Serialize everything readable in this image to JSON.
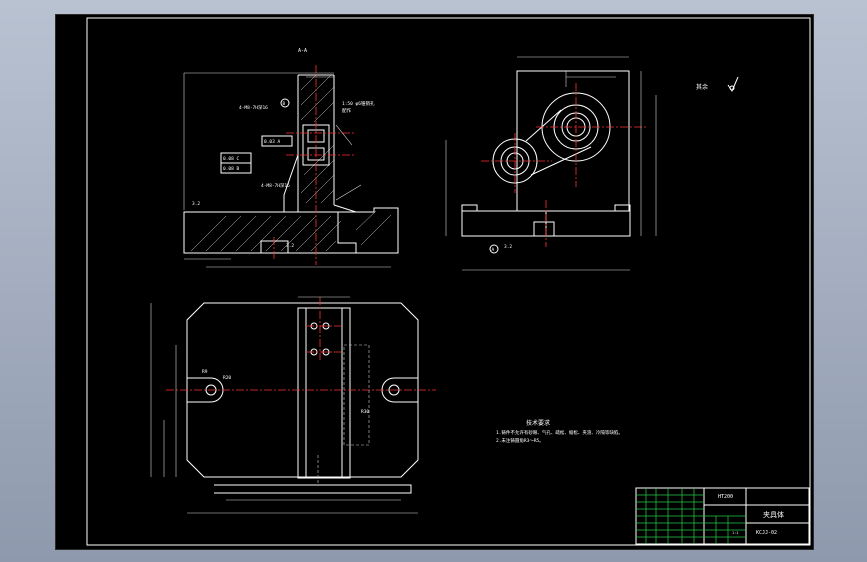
{
  "drawing": {
    "section_label": "A-A",
    "roughness_mark": "其余",
    "tech_requirements": {
      "title": "技术要求",
      "items": [
        "1.铸件不允许有砂眼、气孔、疏松、缩松、夹渣、冷隔等缺陷。",
        "2.未注铸圆角R3～R5。"
      ]
    },
    "annotations": {
      "hole_note": "4-M8-7H深16",
      "thread_note": "1:50 φ6锥销孔",
      "thread_note2": "配作",
      "tol1": "0.03 A",
      "tol2a": "0.08 C",
      "tol2b": "0.08 B",
      "hole_note2": "4-M8-7H深15",
      "datum_a": "A",
      "datum_b": "B",
      "roughness_value": "3.2",
      "r9": "R9",
      "r20": "R20",
      "r30": "R30"
    },
    "title_block": {
      "material": "HT200",
      "part_name": "夹具体",
      "drawing_no": "KCJJ-02",
      "scale": "1:1"
    },
    "colors": {
      "background": "#000000",
      "lines": "#ffffff",
      "center_lines": "#ff3030",
      "title_grid": "#22cc44",
      "window_frame": "#9aa5b8"
    }
  }
}
